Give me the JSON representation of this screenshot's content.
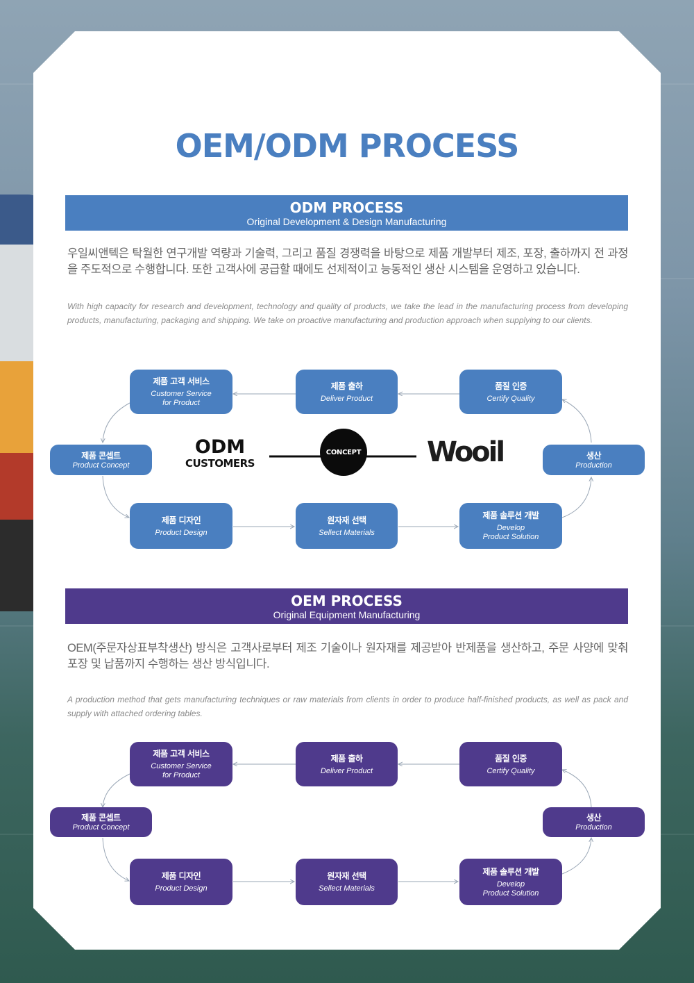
{
  "page_title": "OEM/ODM PROCESS",
  "odm": {
    "title": "ODM PROCESS",
    "subtitle": "Original Development & Design Manufacturing",
    "kr_text": "우일씨앤텍은 탁월한 연구개발 역량과 기술력, 그리고 품질 경쟁력을 바탕으로 제품 개발부터 제조, 포장, 출하까지 전 과정을 주도적으로 수행합니다. 또한 고객사에 공급할 때에도 선제적이고 능동적인 생산 시스템을 운영하고 있습니다.",
    "en_text": "With high capacity for research and development, technology and quality of products, we take the lead in the manufacturing process from developing products, manufacturing, packaging and shipping. We take on proactive manufacturing and production approach when supplying to our clients.",
    "customers_line1": "ODM",
    "customers_line2": "CUSTOMERS",
    "concept": "CONCEPT",
    "logo": "Wooil"
  },
  "oem": {
    "title": "OEM PROCESS",
    "subtitle": "Original Equipment Manufacturing",
    "kr_text": "OEM(주문자상표부착생산) 방식은 고객사로부터 제조 기술이나 원자재를 제공받아 반제품을 생산하고, 주문 사양에 맞춰 포장 및 납품까지 수행하는 생산 방식입니다.",
    "en_text": "A production method that gets manufacturing techniques or raw materials from clients in order to produce half-finished products, as well as pack and supply with attached ordering tables."
  },
  "steps": {
    "customer_service": {
      "kr": "제품 고객 서비스",
      "en": "Customer Service\nfor Product"
    },
    "deliver": {
      "kr": "제품 출하",
      "en": "Deliver Product"
    },
    "certify": {
      "kr": "품질 인증",
      "en": "Certify Quality"
    },
    "concept": {
      "kr": "제품 콘셉트",
      "en": "Product Concept"
    },
    "production": {
      "kr": "생산",
      "en": "Production"
    },
    "design": {
      "kr": "제품 디자인",
      "en": "Product Design"
    },
    "materials": {
      "kr": "원자재 선택",
      "en": "Sellect Materials"
    },
    "solution": {
      "kr": "제품 솔루션 개발",
      "en": "Develop\nProduct Solution"
    }
  },
  "colors": {
    "odm": "#4a7fc0",
    "oem": "#4f3a8c",
    "title": "#4a7fc0"
  }
}
